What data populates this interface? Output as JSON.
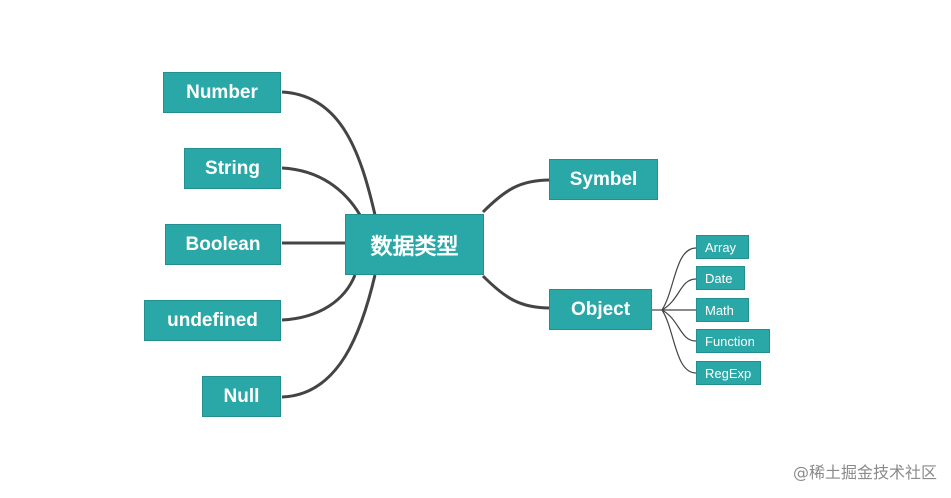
{
  "central": {
    "label": "数据类型"
  },
  "left_branches": [
    {
      "label": "Number"
    },
    {
      "label": "String"
    },
    {
      "label": "Boolean"
    },
    {
      "label": "undefined"
    },
    {
      "label": "Null"
    }
  ],
  "right_branches": [
    {
      "label": "Symbel"
    },
    {
      "label": "Object"
    }
  ],
  "object_children": [
    {
      "label": "Array"
    },
    {
      "label": "Date"
    },
    {
      "label": "Math"
    },
    {
      "label": "Function"
    },
    {
      "label": "RegExp"
    }
  ],
  "watermark": {
    "text": "@稀土掘金技术社区"
  },
  "colors": {
    "node_fill": "#2aa7a7",
    "node_text": "#ffffff",
    "connector": "#444444"
  }
}
